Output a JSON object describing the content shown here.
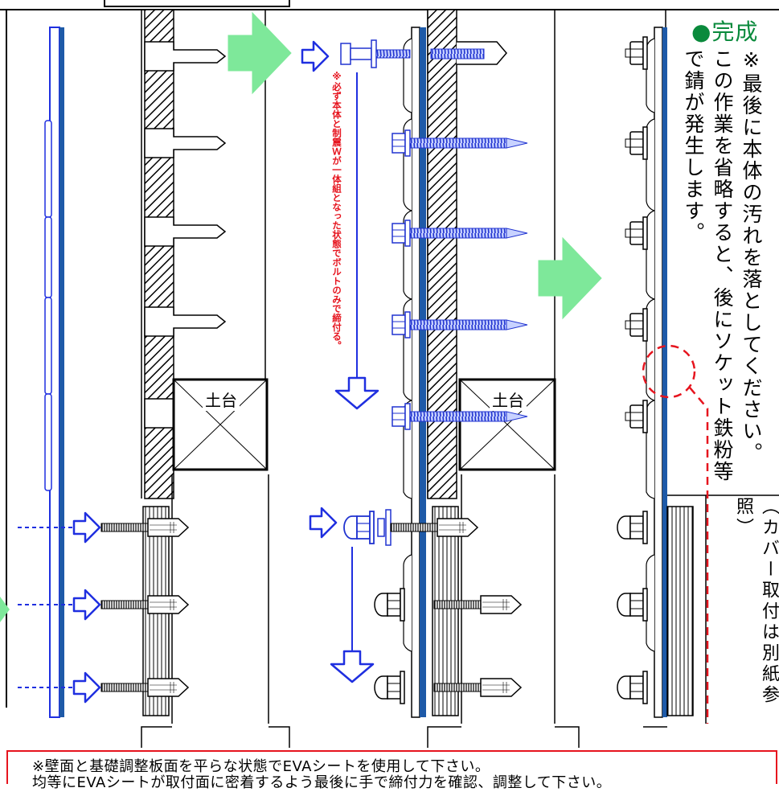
{
  "diagram": {
    "foundation_label": "土台",
    "install_note": "※必ず本体と制震Ｗが一体組となった状態でボルトのみで締付る。",
    "final": {
      "heading": "●完成",
      "note": "※最後に本体の汚れを落としてください。この作業を省略すると、後にソケット鉄粉等で錆が発生します。",
      "cover_note": "（カバー取付は別紙参照）"
    },
    "bottom_notes": [
      "※壁面と基礎調整板面を平らな状態でEVAシートを使用して下さい。",
      "均等にEVAシートが取付面に密着するよう最後に手で締付力を確認、調整して下さい。"
    ]
  },
  "colors": {
    "arrow_green": "#7ee89a",
    "arrow_blue": "#1f2fe0",
    "bolt_blue": "#3a55e0",
    "plate_blue": "#1e5aa8",
    "note_red": "#e6141e",
    "heading_green": "#0a8a3c"
  },
  "icons": [
    "green-step-arrow",
    "blue-push-arrow",
    "blue-down-arrow",
    "lag-screw",
    "hex-bolt",
    "hex-nut",
    "anchor-bolt",
    "cap-nut",
    "washer"
  ]
}
